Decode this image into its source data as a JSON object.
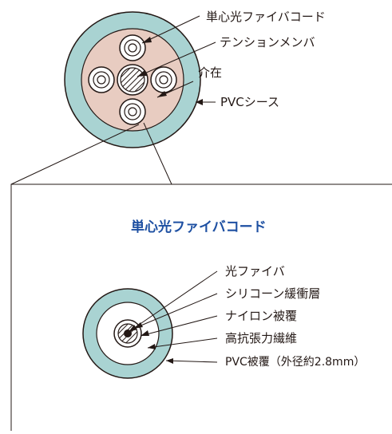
{
  "cable_labels": {
    "fiber_cord": "単心光ファイバコード",
    "tension_member": "テンションメンバ",
    "filler": "介在",
    "pvc_sheath": "PVCシース"
  },
  "cord_title": "単心光ファイバコード",
  "cord_labels": {
    "optical_fiber": "光ファイバ",
    "silicone_buffer": "シリコーン緩衝層",
    "nylon_coating": "ナイロン被覆",
    "aramid": "高抗張力繊維",
    "pvc_jacket": "PVC被覆（外径約2.8mm）"
  },
  "colors": {
    "sheath": "#a9d3d2",
    "filler": "#e8ccc1",
    "title": "#1e50a2",
    "line": "#231815"
  }
}
